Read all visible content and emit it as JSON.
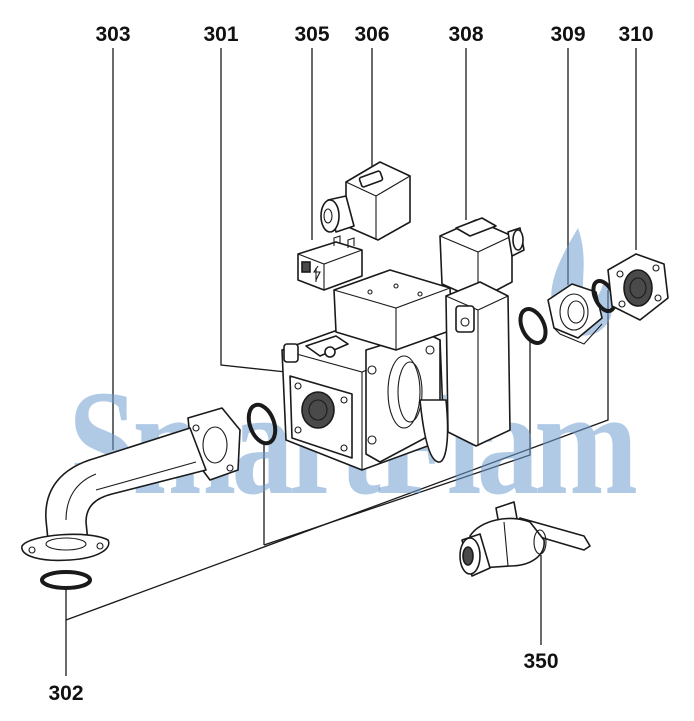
{
  "labels": {
    "l303": "303",
    "l301": "301",
    "l305": "305",
    "l306": "306",
    "l308": "308",
    "l309": "309",
    "l310": "310",
    "l302": "302",
    "l350": "350"
  },
  "watermark": {
    "text": "SmartFlam",
    "color": "#6f9fd1"
  }
}
